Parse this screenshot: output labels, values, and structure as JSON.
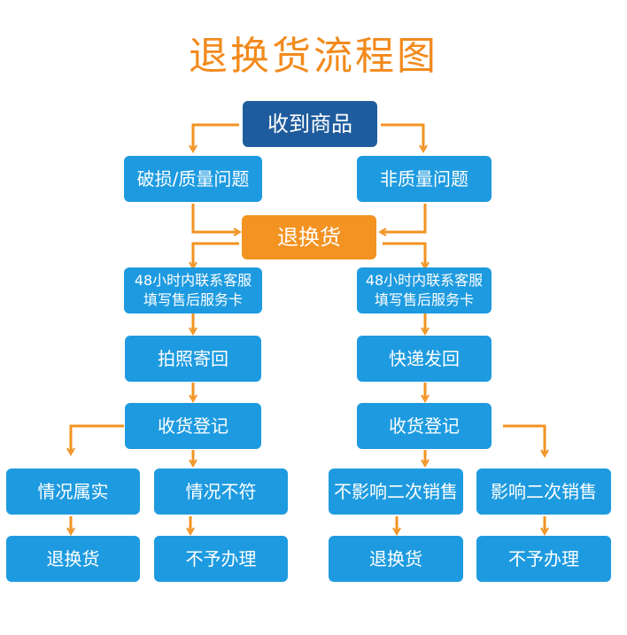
{
  "title": "退换货流程图",
  "nodes": {
    "receive": "收到商品",
    "damage": "破损/质量问题",
    "non_quality": "非质量问题",
    "return_exchange": "退换货",
    "contact_left": [
      "48小时内联系客服",
      "填写售后服务卡"
    ],
    "contact_right": [
      "48小时内联系客服",
      "填写售后服务卡"
    ],
    "photo_mail": "拍照寄回",
    "express_back": "快递发回",
    "register_left": "收货登记",
    "register_right": "收货登记",
    "true_case": "情况属实",
    "mismatch": "情况不符",
    "no_resale_impact": "不影响二次销售",
    "resale_impact": "影响二次销售",
    "return_left": "退换货",
    "reject_left": "不予办理",
    "return_right": "退换货",
    "reject_right": "不予办理"
  },
  "colors": {
    "title": "#f28a1c",
    "primary_box": "#1e9be0",
    "top_box": "#1f5c9e",
    "highlight_box": "#f39321",
    "arrow": "#f39321"
  }
}
